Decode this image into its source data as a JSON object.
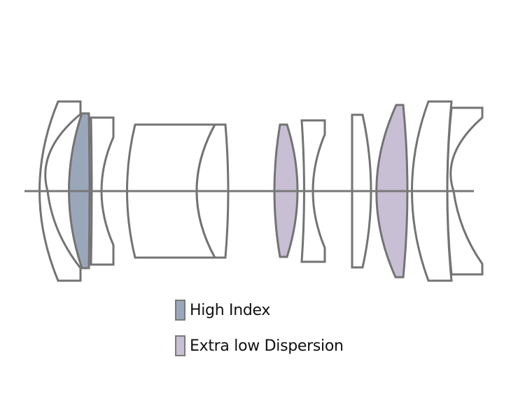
{
  "diagram": {
    "title": "Lens construction diagram",
    "colors": {
      "stroke": "#737373",
      "axis": "#787878",
      "plain_fill": "#ffffff",
      "high_index_fill": "#9aa7bb",
      "eld_fill": "#c8bfd4"
    },
    "elements": [
      {
        "id": 1,
        "type": "plain"
      },
      {
        "id": 2,
        "type": "high_index"
      },
      {
        "id": 3,
        "type": "plain"
      },
      {
        "id": 4,
        "type": "plain"
      },
      {
        "id": 5,
        "type": "plain"
      },
      {
        "id": 6,
        "type": "eld"
      },
      {
        "id": 7,
        "type": "plain"
      },
      {
        "id": 8,
        "type": "plain"
      },
      {
        "id": 9,
        "type": "eld"
      },
      {
        "id": 10,
        "type": "plain"
      },
      {
        "id": 11,
        "type": "plain"
      }
    ]
  },
  "legend": {
    "items": [
      {
        "label": "High Index",
        "type": "high_index",
        "color": "#9aa7bb"
      },
      {
        "label": "Extra low Dispersion",
        "type": "eld",
        "color": "#c8bfd4"
      }
    ]
  }
}
